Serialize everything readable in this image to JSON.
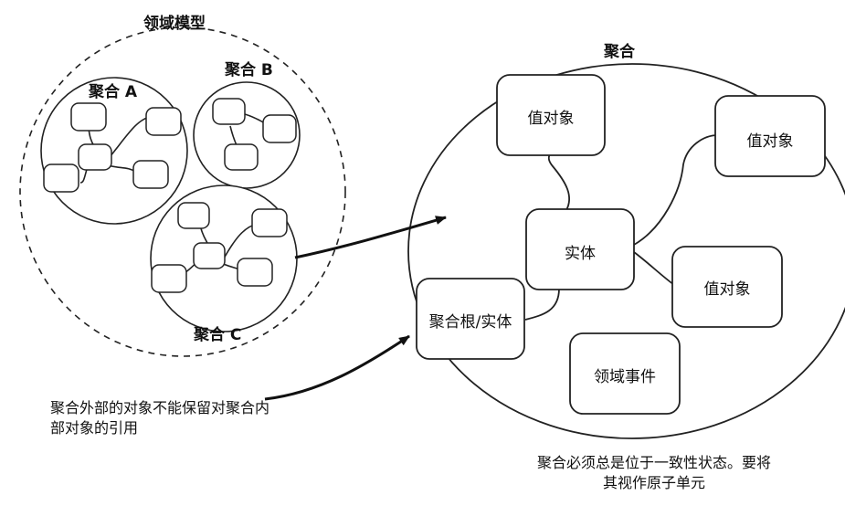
{
  "domain_model": {
    "title": "领域模型",
    "aggregate_a": "聚合 A",
    "aggregate_b": "聚合 B",
    "aggregate_c": "聚合 C"
  },
  "aggregate": {
    "title": "聚合",
    "value_object_1": "值对象",
    "value_object_2": "值对象",
    "value_object_3": "值对象",
    "entity": "实体",
    "root_entity": "聚合根/实体",
    "domain_event": "领域事件"
  },
  "notes": {
    "external_reference": "聚合外部的对象不能保留对聚合内部对象的引用",
    "consistency": "聚合必须总是位于一致性状态。要将其视作原子单元"
  }
}
